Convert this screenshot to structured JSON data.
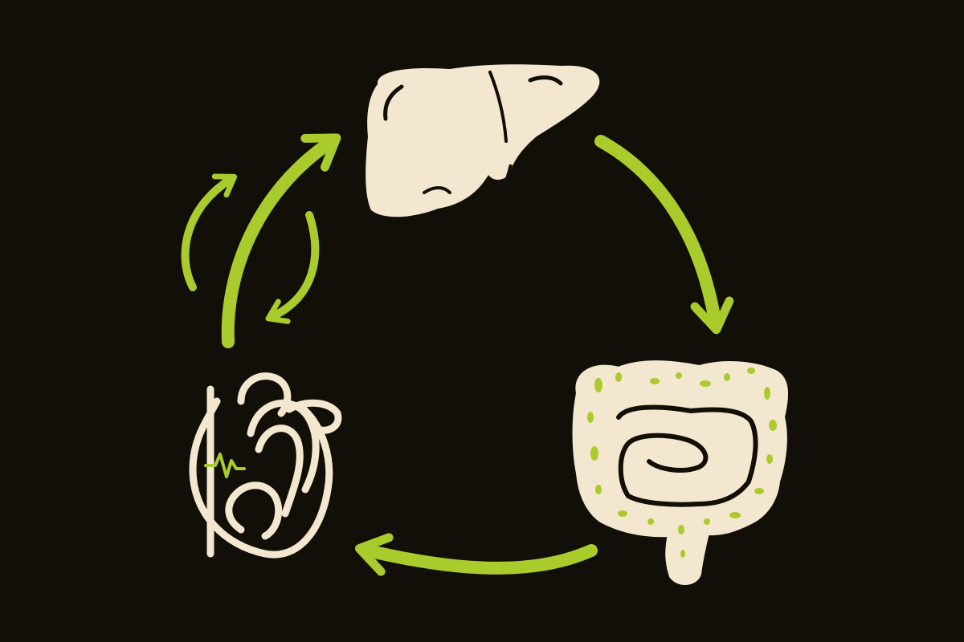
{
  "diagram": {
    "organs": [
      {
        "id": "liver",
        "icon": "liver-icon"
      },
      {
        "id": "intestines",
        "icon": "intestines-icon"
      },
      {
        "id": "heart",
        "icon": "heart-icon"
      }
    ],
    "flow": [
      "liver",
      "intestines",
      "heart",
      "liver"
    ],
    "colors": {
      "background": "#120f08",
      "organ_fill": "#f3e7cf",
      "accent": "#a9cc2c"
    }
  }
}
